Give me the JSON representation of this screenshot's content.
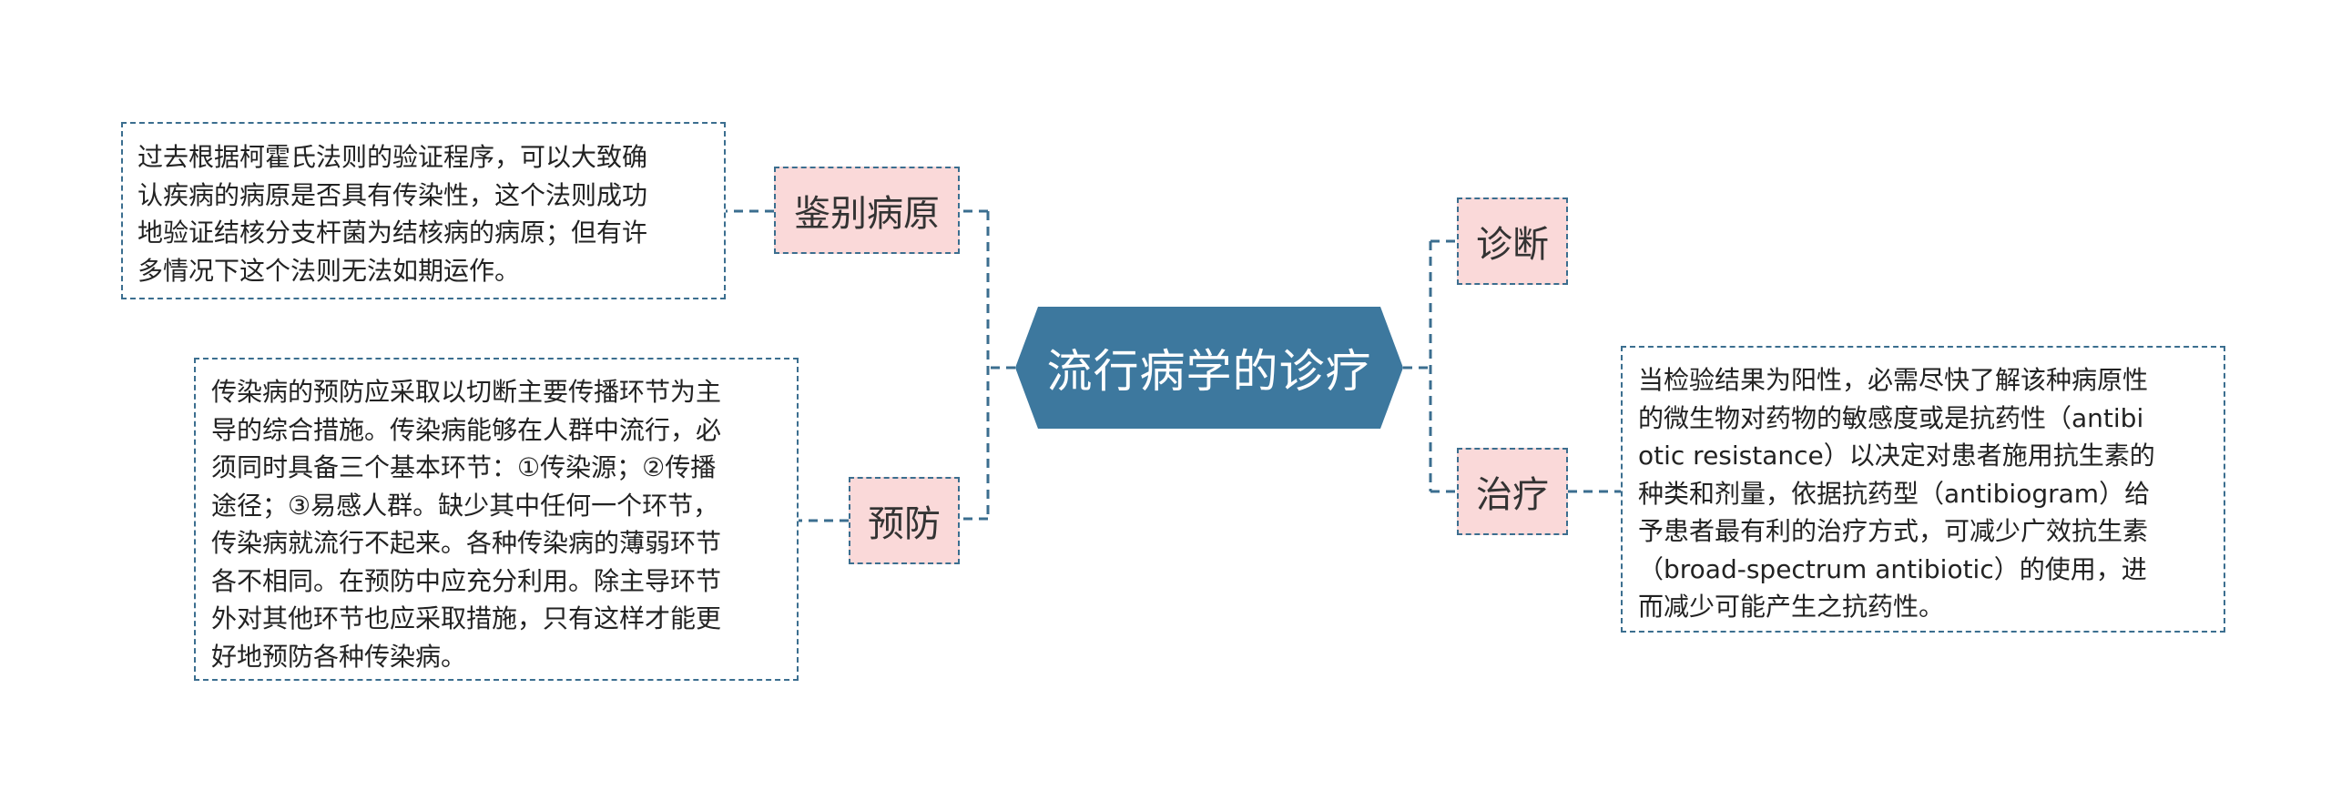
{
  "central_topic": "流行病学的诊疗",
  "colors": {
    "central_fill": "#3d789e",
    "connector": "#3b6e8f",
    "topic_fill": "#fad9d9",
    "note_border": "#3b6e8f"
  },
  "left_branches": [
    {
      "label": "鉴别病原",
      "note_lines": [
        "过去根据柯霍氏法则的验证程序，可以大致确",
        "认疾病的病原是否具有传染性，这个法则成功",
        "地验证结核分支杆菌为结核病的病原；但有许",
        "多情况下这个法则无法如期运作。"
      ]
    },
    {
      "label": "预防",
      "note_lines": [
        "传染病的预防应采取以切断主要传播环节为主",
        "导的综合措施。传染病能够在人群中流行，必",
        "须同时具备三个基本环节：①传染源；②传播",
        "途径；③易感人群。缺少其中任何一个环节，",
        "传染病就流行不起来。各种传染病的薄弱环节",
        "各不相同。在预防中应充分利用。除主导环节",
        "外对其他环节也应采取措施，只有这样才能更",
        "好地预防各种传染病。"
      ]
    }
  ],
  "right_branches": [
    {
      "label": "诊断"
    },
    {
      "label": "治疗",
      "note_lines": [
        "当检验结果为阳性，必需尽快了解该种病原性",
        "的微生物对药物的敏感度或是抗药性（antibi",
        "otic resistance）以决定对患者施用抗生素的",
        "种类和剂量，依据抗药型（antibiogram）给",
        "予患者最有利的治疗方式，可减少广效抗生素",
        "（broad-spectrum antibiotic）的使用，进",
        "而减少可能产生之抗药性。"
      ]
    }
  ]
}
